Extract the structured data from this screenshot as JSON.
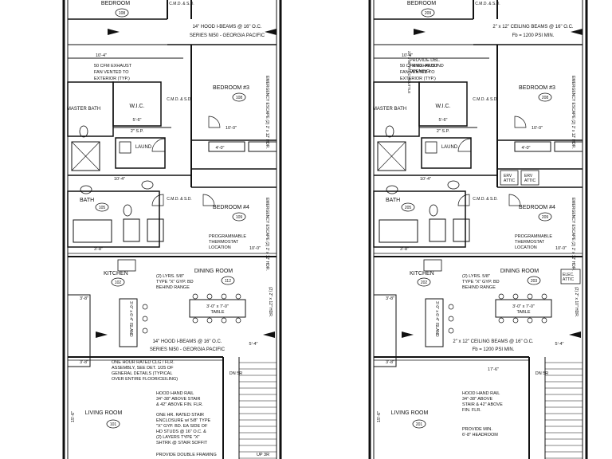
{
  "plans": [
    {
      "id": "left",
      "rooms": {
        "bedroom_top": "BEDROOM",
        "bedroom_top_no": "108",
        "bedroom3": "BEDROOM #3",
        "bedroom3_no": "108",
        "bedroom4": "BEDROOM #4",
        "bedroom4_no": "109",
        "master_bath": "MASTER BATH",
        "wic": "W.I.C.",
        "laund": "LAUND",
        "bath": "BATH",
        "bath_no": "105",
        "kitchen": "KITCHEN",
        "kitchen_no": "102",
        "dining": "DINING ROOM",
        "dining_no": "112",
        "living": "LIVING ROOM",
        "living_no": "101"
      },
      "notes": {
        "beams_top": "14\" HOOD I-BEAMS @ 16\" O.C.",
        "beams_top_series": "SERIES NI50 - GEORGIA PACIFIC",
        "exhaust": [
          "50 CFM EXHAUST",
          "FAN VENTED TO",
          "EXTERIOR (TYP.)"
        ],
        "egress3": [
          "EMERGENCY ESCAPE",
          "(2) 2' x 12' HDR."
        ],
        "egress4": [
          "EMERGENCY ESCAPE",
          "(2) 2' x 12' HDR."
        ],
        "thermostat": [
          "PROGRAMMABLE",
          "THERMOSTAT",
          "LOCATION"
        ],
        "range": [
          "(2) LYRS. 5/8\"",
          "TYPE \"X\" GYP. BD",
          "BEHIND RANGE"
        ],
        "table": [
          "3'-0\" x 7'-0\"",
          "TABLE"
        ],
        "island": "3'-0\" x 6'-4\" ISLAND",
        "beams_mid": "14\" HOOD I-BEAMS @ 16\" O.C.",
        "beams_mid_series": "SERIES NI50 - GEORGIA PACIFIC",
        "rated": [
          "ONE HOUR RATED CLG / FLR.",
          "ASSEMBLY, SEE DET. 1/25 OF",
          "GENERAL DETAILS (TYPICAL",
          "OVER ENTIRE FLOOR/CEILING)"
        ],
        "handrail": [
          "HOOD HAND RAIL",
          "34\"-38\" ABOVE STAIR",
          "& 42\" ABOVE FIN. FLR."
        ],
        "stair_enclosure": [
          "ONE HR. RATED STAIR",
          "ENCLOSURE w/ 5/8\" TYPE",
          "\"X\" GYP. BD. EA SIDE OF",
          "HD STUDS @ 16\" O.C. &",
          "(2) LAYERS TYPE \"X\"",
          "SHTRK @ STAIR SOFFIT"
        ],
        "framing": "PROVIDE DOUBLE FRAMING",
        "hdr_right": "(2) 2\" x 12\" HDR.",
        "dn": "DN 5R",
        "up": "UP 3R",
        "cmd": "C.M.D. & S.D."
      },
      "dims": [
        "10'-4\"",
        "2\" S.P.",
        "5'-6\"",
        "10'-0\"",
        "4'-0\"",
        "10'-4\"",
        "3'-8\"",
        "5'-4\"",
        "10'-0\"",
        "15'-6\""
      ]
    },
    {
      "id": "right",
      "rooms": {
        "bedroom_top": "BEDROOM",
        "bedroom_top_no": "209",
        "bedroom3": "BEDROOM #3",
        "bedroom3_no": "208",
        "bedroom4": "BEDROOM #4",
        "bedroom4_no": "209",
        "master_bath": "MASTER BATH",
        "wic": "W.I.C.",
        "laund": "LAUND",
        "bath": "BATH",
        "bath_no": "205",
        "kitchen": "KITCHEN",
        "kitchen_no": "202",
        "dining": "DINING ROOM",
        "dining_no": "203",
        "living": "LIVING ROOM",
        "living_no": "201"
      },
      "notes": {
        "beams_top": "2\" x 12\" CEILING BEAMS @ 16\" O.C.",
        "beams_top_series": "Fb = 1200 PSI MIN.",
        "exhaust": [
          "50 CFM EXHAUST",
          "FAN VENTED TO",
          "EXTERIOR (TYP.)"
        ],
        "attic_scuttle": "22\" x 30\" ATTIC SCUTTLE",
        "opening": [
          "PROVIDE DBL.",
          "FRMG. AROUND",
          "OPENING"
        ],
        "egress3": [
          "EMERGENCY ESCAPE",
          "(2) 2' x 12' HDR."
        ],
        "egress4": [
          "EMERGENCY ESCAPE",
          "(2) 2' x 12' HDR."
        ],
        "attic": [
          "ERV",
          "ATTIC"
        ],
        "attic2": [
          "ERV",
          "ATTIC"
        ],
        "thermostat": [
          "PROGRAMMABLE",
          "THERMOSTAT",
          "LOCATION"
        ],
        "range": [
          "(2) LYRS. 5/8\"",
          "TYPE \"X\" GYP. BD",
          "BEHIND RANGE"
        ],
        "table": [
          "3'-0\" x 7'-0\"",
          "TABLE"
        ],
        "island": "3'-0\" x 6'-4\" ISLAND",
        "elec_attic": [
          "ELEC.",
          "ATTIC"
        ],
        "beams_mid": "2\" x 12\" CEILING BEAMS @ 16\" O.C.",
        "beams_mid_series": "Fb = 1200 PSI MIN.",
        "handrail": [
          "HOOD HAND RAIL",
          "34\"-38\" ABOVE",
          "STAIR & 42\" ABOVE",
          "FIN. FLR."
        ],
        "headroom": [
          "PROVIDE MIN.",
          "6'-8\" HEADROOM"
        ],
        "hdr_right": "(2) 2\" x 10\" HDR.",
        "dn": "DN 5R",
        "cmd": "C.M.D. & S.D."
      },
      "dims": [
        "10'-4\"",
        "2\" S.P.",
        "5'-6\"",
        "10'-0\"",
        "4'-0\"",
        "10'-4\"",
        "3'-8\"",
        "5'-4\"",
        "10'-0\"",
        "17'-6\"",
        "15'-6\""
      ]
    }
  ]
}
